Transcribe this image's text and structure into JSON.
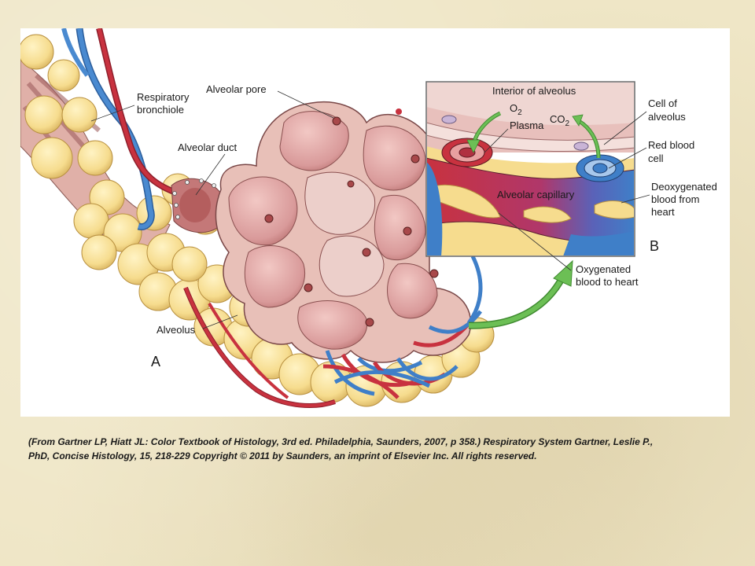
{
  "figure": {
    "labels": {
      "respiratory_bronchiole": [
        "Respiratory",
        "bronchiole"
      ],
      "alveolar_pore": "Alveolar pore",
      "alveolar_duct": "Alveolar duct",
      "alveolus": "Alveolus",
      "panel_a": "A",
      "interior_of_alveolus": "Interior of alveolus",
      "o2": "O",
      "o2_sub": "2",
      "co2": "CO",
      "co2_sub": "2",
      "plasma": "Plasma",
      "cell_of_alveolus": [
        "Cell of",
        "alveolus"
      ],
      "red_blood_cell": [
        "Red blood",
        "cell"
      ],
      "alveolar_capillary": "Alveolar capillary",
      "deoxygenated": [
        "Deoxygenated",
        "blood from",
        "heart"
      ],
      "oxygenated": [
        "Oxygenated",
        "blood to heart"
      ],
      "panel_b": "B"
    }
  },
  "caption": {
    "line1": "(From Gartner LP, Hiatt JL: Color Textbook of Histology, 3rd ed. Philadelphia, Saunders, 2007, p 358.) Respiratory System Gartner, Leslie P.,",
    "line2": "PhD, Concise Histology, 15, 218-229 Copyright © 2011 by Saunders, an imprint of Elsevier Inc. All rights reserved."
  },
  "colors": {
    "alveolus_yellow": "#f6dc8e",
    "alveolus_pink": "#d99a9a",
    "vein_blue": "#3f7fc8",
    "artery_red": "#c8323f",
    "arrow_green": "#5aa845"
  }
}
